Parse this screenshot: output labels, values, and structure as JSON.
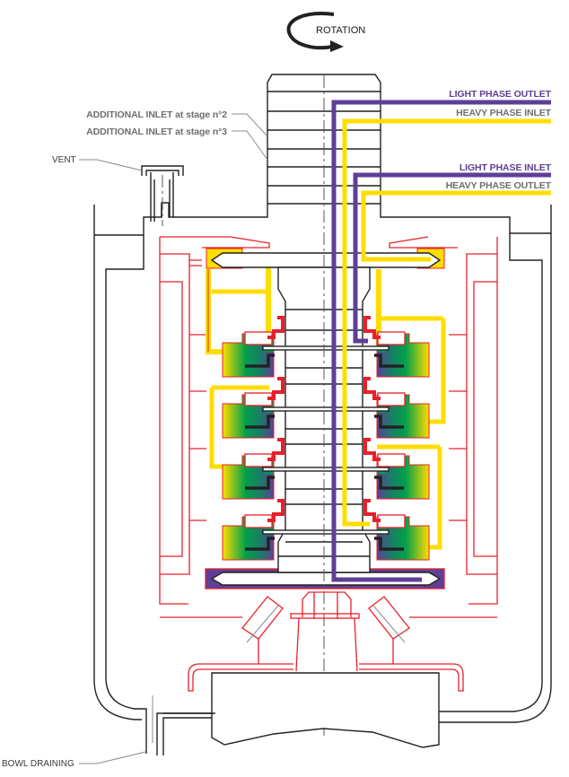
{
  "diagram": {
    "title": "Multi-stage centrifugal separator cross-section",
    "rotation_label": "ROTATION",
    "labels": {
      "additional_inlet_stage2": "ADDITIONAL INLET at stage n°2",
      "additional_inlet_stage3": "ADDITIONAL INLET at stage n°3",
      "vent": "VENT",
      "bowl_draining": "BOWL DRAINING",
      "light_phase_outlet": "LIGHT PHASE OUTLET",
      "heavy_phase_inlet": "HEAVY PHASE INLET",
      "light_phase_inlet": "LIGHT PHASE INLET",
      "heavy_phase_outlet": "HEAVY PHASE OUTLET"
    },
    "stage_count": 4,
    "colors": {
      "light_phase": "#5e3f96",
      "heavy_phase": "#ffdd00",
      "rotor_outline": "#e8202a",
      "housing": "#222222",
      "gradient_mid": "#00a04a",
      "label_gray": "#6d6e71"
    }
  }
}
